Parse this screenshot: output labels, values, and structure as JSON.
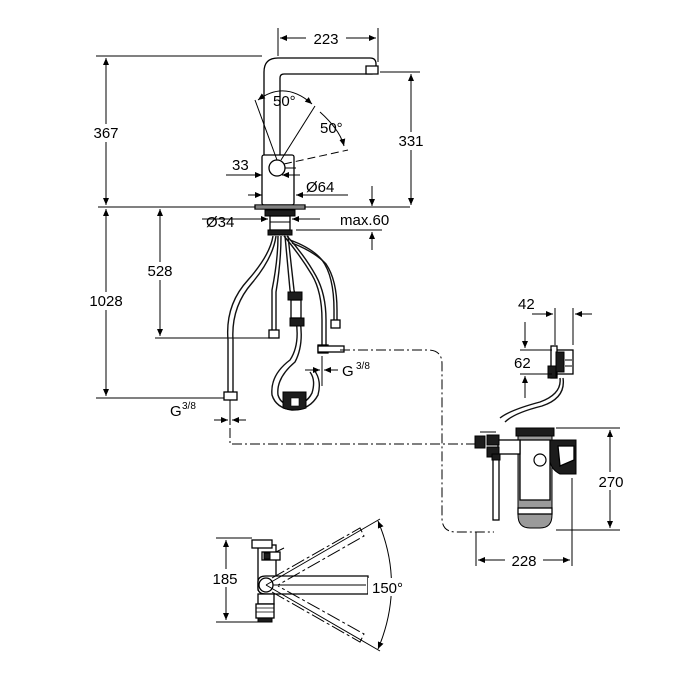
{
  "dimensions": {
    "spout_reach": "223",
    "total_height": "367",
    "spout_height": "331",
    "angle_lever_1": "50°",
    "angle_lever_2": "50°",
    "offset_33": "33",
    "diameter_64": "Ø64",
    "diameter_34": "Ø34",
    "max_deck": "max.60",
    "hose_528": "528",
    "hose_1028": "1028",
    "thread_main": "G",
    "thread_main_fraction": "3/8",
    "thread_mid": "G",
    "thread_mid_fraction": "3/8",
    "filter_head_width": "42",
    "filter_head_height": "62",
    "filter_height": "270",
    "filter_width": "228",
    "swivel_height": "185",
    "swivel_angle": "150°"
  }
}
